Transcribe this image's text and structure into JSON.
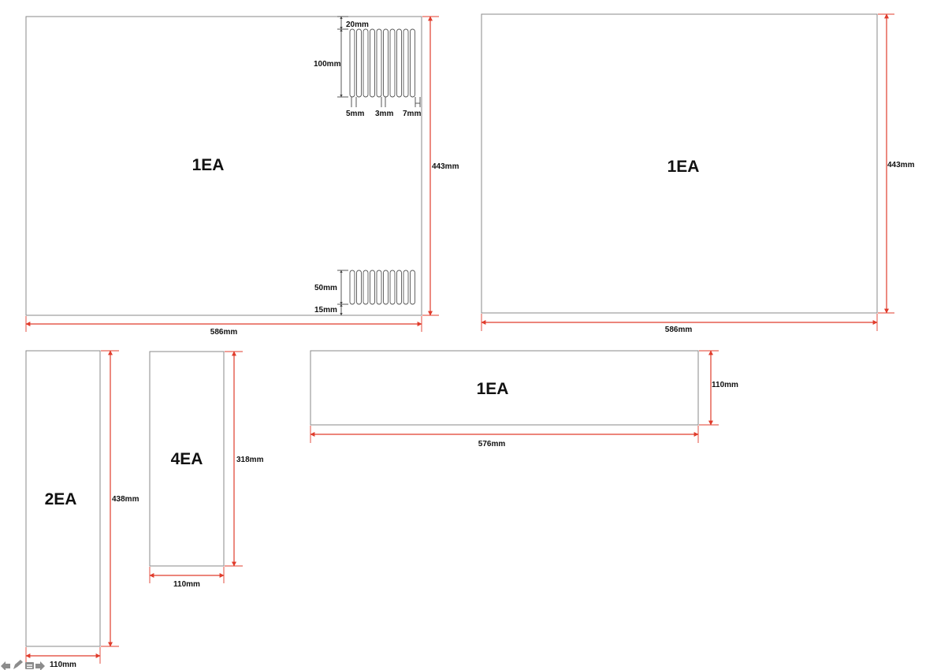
{
  "panels": {
    "top_left": {
      "qty": "1EA",
      "width": "586mm",
      "height": "443mm",
      "slot_top_margin": "20mm",
      "slot_length_top": "100mm",
      "slot_width": "5mm",
      "slot_gap": "3mm",
      "slot_edge": "7mm",
      "slot_length_bottom": "50mm",
      "slot_bottom_margin": "15mm"
    },
    "top_right": {
      "qty": "1EA",
      "width": "586mm",
      "height": "443mm"
    },
    "narrow_left": {
      "qty": "2EA",
      "width": "110mm",
      "height": "438mm"
    },
    "narrow_mid": {
      "qty": "4EA",
      "width": "110mm",
      "height": "318mm"
    },
    "strip": {
      "qty": "1EA",
      "width": "576mm",
      "height": "110mm"
    }
  },
  "nav_icons": [
    "back-arrow-icon",
    "pencil-icon",
    "slide-icon",
    "forward-arrow-icon"
  ],
  "colors": {
    "dimension": "#e03c2c",
    "outline": "#8a8a8a",
    "text": "#111111",
    "background": "#ffffff"
  }
}
